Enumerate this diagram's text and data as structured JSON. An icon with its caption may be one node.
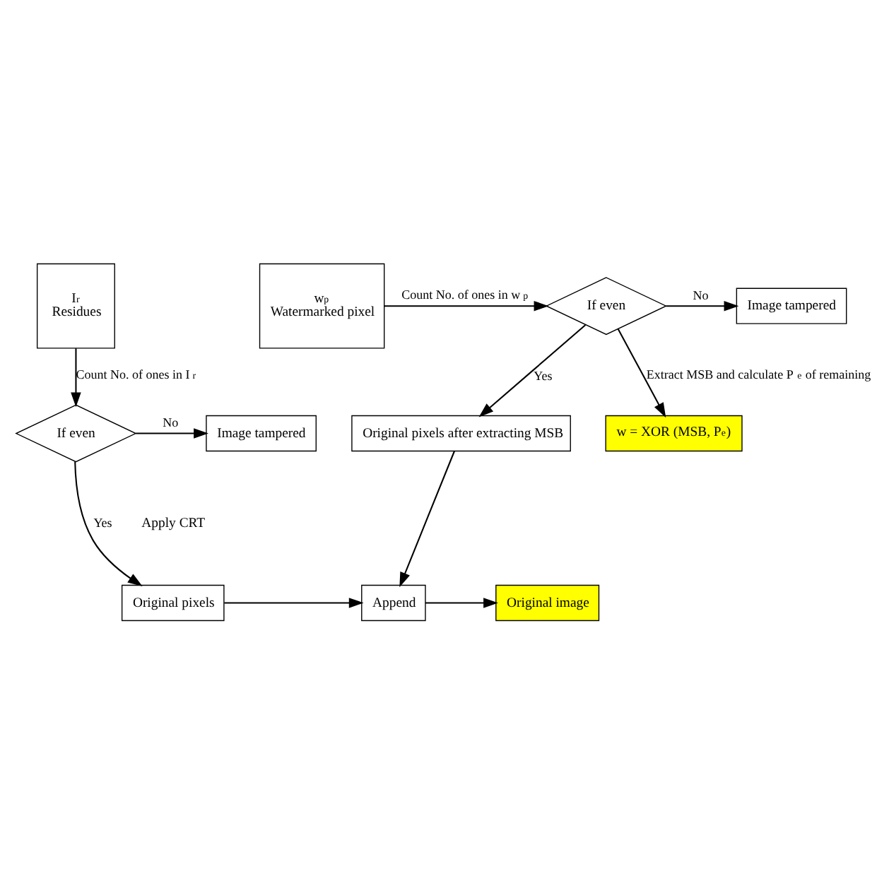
{
  "diagram": {
    "nodes": [
      {
        "text": [
          "I$_{r}$",
          "Residues"
        ]
      },
      {
        "text": [
          "w$_{p}$",
          "Watermarked pixel"
        ]
      },
      {
        "text": [
          "If even"
        ]
      },
      {
        "text": [
          "Image tampered"
        ]
      },
      {
        "text": [
          "If even"
        ]
      },
      {
        "text": [
          "Image tampered"
        ]
      },
      {
        "text": [
          "Original pixels after extracting MSB"
        ]
      },
      {
        "text": [
          "w = XOR (MSB, P$_{e}$)"
        ]
      },
      {
        "text": [
          "Original pixels"
        ]
      },
      {
        "text": [
          "Append"
        ]
      },
      {
        "text": [
          "Original image"
        ]
      }
    ],
    "edges": [
      {
        "from": 1,
        "to": 2,
        "arrow": "to",
        "label": "Count No. of ones in w$_{p}$"
      },
      {
        "from": 2,
        "to": 3,
        "arrow": "to",
        "label": "No"
      },
      {
        "from": 0,
        "to": 4,
        "arrow": "to",
        "label": "Count No. of ones in I$_{r}$"
      },
      {
        "from": 4,
        "to": 5,
        "arrow": "to",
        "label": "No"
      },
      {
        "from": 2,
        "to": 6,
        "arrow": "to",
        "label": "Yes"
      },
      {
        "from": 2,
        "to": 7,
        "arrow": "to",
        "label": "Extract MSB and calculate P$_{e}$ of remaining"
      },
      {
        "from": 4,
        "to": 8,
        "arrow": "to",
        "label": "Yes"
      },
      {
        "from": 8,
        "to": 9,
        "arrow": "to"
      },
      {
        "from": 6,
        "to": 9,
        "arrow": "to"
      },
      {
        "from": 9,
        "to": 10,
        "arrow": "to"
      }
    ],
    "labels": [
      "Apply CRT"
    ]
  }
}
